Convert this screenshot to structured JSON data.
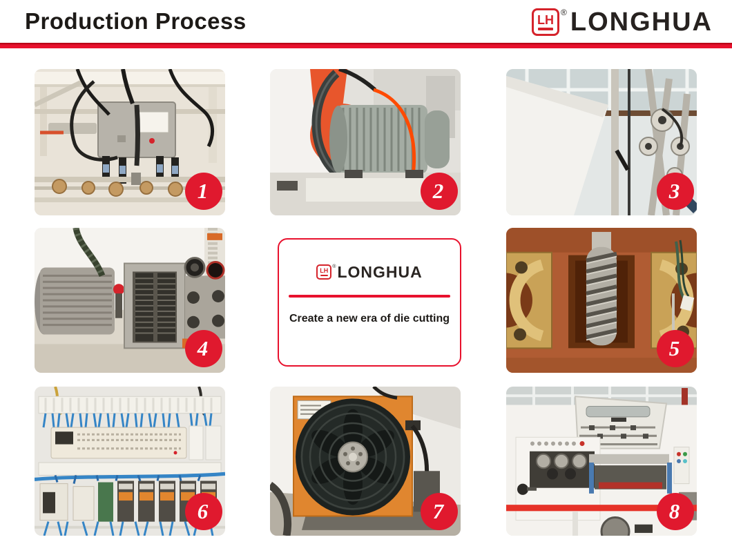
{
  "header": {
    "title": "Production Process"
  },
  "brand": {
    "icon_text": "LH",
    "registered_mark": "®",
    "name": "LONGHUA"
  },
  "card": {
    "icon_text": "LH",
    "registered_mark": "®",
    "name": "LONGHUA",
    "tagline": "Create a new era of die cutting"
  },
  "colors": {
    "accent_red": "#e8112d",
    "badge_red": "#e0192e",
    "brand_text_dark": "#272220"
  },
  "steps": [
    {
      "number": "1",
      "image": "drilling-gluing-heads-photo"
    },
    {
      "number": "2",
      "image": "main-drive-motor-photo"
    },
    {
      "number": "3",
      "image": "feeder-linkage-rollers-photo"
    },
    {
      "number": "4",
      "image": "pump-unit-photo"
    },
    {
      "number": "5",
      "image": "worm-gear-assembly-photo"
    },
    {
      "number": "6",
      "image": "plc-electrical-cabinet-photo"
    },
    {
      "number": "7",
      "image": "cooling-fan-photo"
    },
    {
      "number": "8",
      "image": "die-cutting-machine-photo"
    }
  ]
}
